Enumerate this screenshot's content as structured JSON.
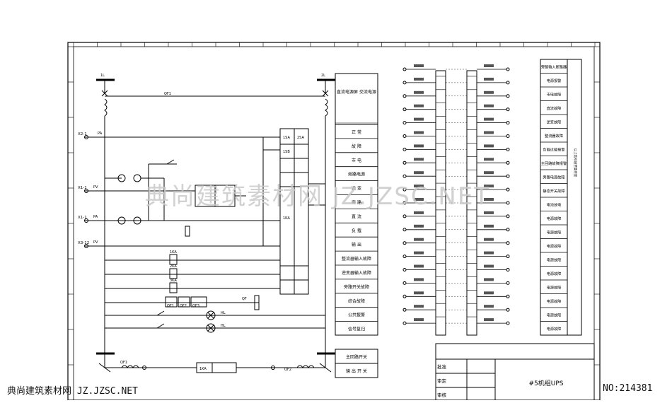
{
  "drawing": {
    "title": "#5机组UPS",
    "title_labels": [
      "批准",
      "审定",
      "审核"
    ]
  },
  "terminals_left": [
    "X2-1",
    "X1-1",
    "X1-1",
    "X3-12"
  ],
  "signal_panel": {
    "header": "直流电源屏 交流电源",
    "rows": [
      "正 常",
      "故 障",
      "市 电",
      "旁路电源",
      "逆 变",
      "旁 路",
      "直 流",
      "负 载",
      "输 出",
      "整流器输入故障",
      "逆变器输入故障",
      "旁路开关故障",
      "综合故障",
      "公共报警",
      "信号复归"
    ]
  },
  "bottom_panel": {
    "rows": [
      "主回路开关",
      "输 出 开 关"
    ]
  },
  "right_panel": {
    "rows": [
      "旁路输入断路器",
      "电源报警",
      "市电故障",
      "直流故障",
      "逆变故障",
      "整流器故障",
      "负载过载报警",
      "主回路故障报警",
      "旁路电源故障",
      "静态开关故障",
      "电池放电",
      "电源故障",
      "电源故障",
      "电源故障",
      "电源故障",
      "电源故障",
      "电源故障",
      "电源故障",
      "电源故障",
      "电源故障"
    ],
    "side_note": "以上信号送至集控室"
  },
  "watermark": {
    "main": "典尚建筑素材网 JZ.JZSC.NET",
    "footer_left": "典尚建筑素材网 JZ.JZSC.NET",
    "footer_right": "NO:214381"
  },
  "colors": {
    "line": "#000000",
    "watermark": "#c9c9c9"
  }
}
